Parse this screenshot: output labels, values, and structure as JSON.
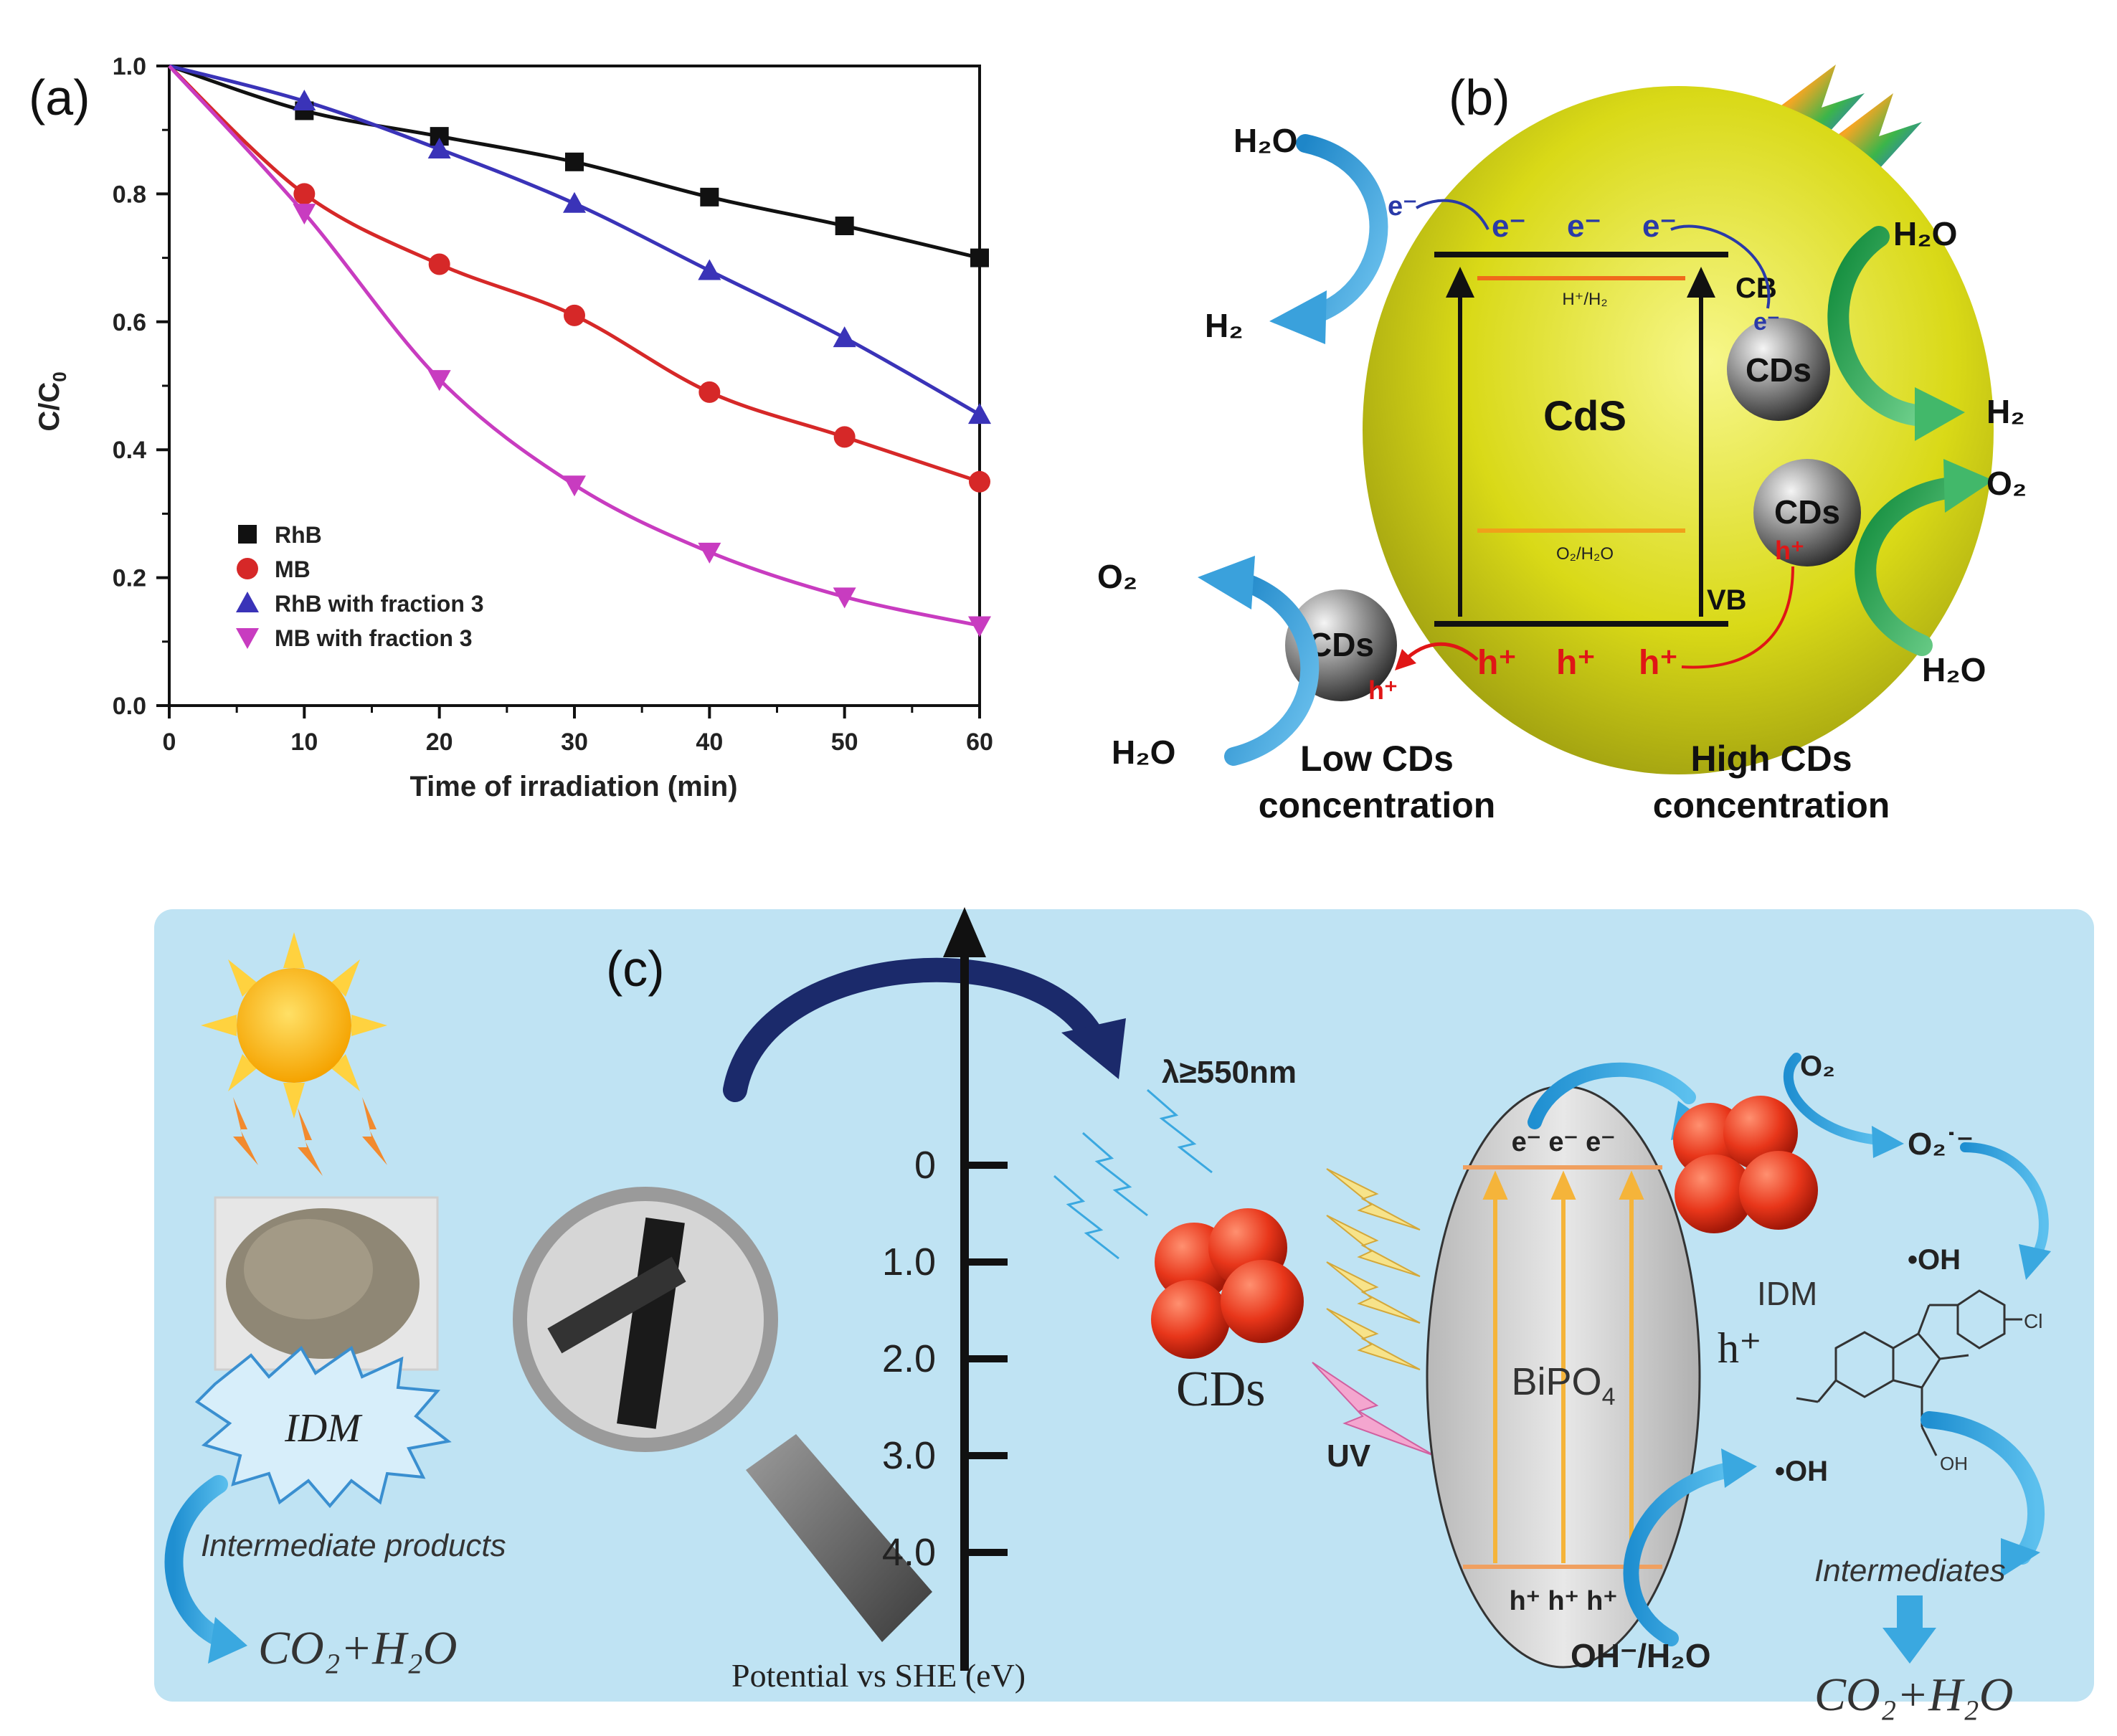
{
  "panel_a": {
    "label": "(a)",
    "chart_data": {
      "type": "line",
      "xlabel": "Time of irradiation (min)",
      "ylabel": "C/C",
      "ylabel_sub": "0",
      "xlim": [
        0,
        60
      ],
      "ylim": [
        0.0,
        1.0
      ],
      "x_ticks": [
        "0",
        "10",
        "20",
        "30",
        "40",
        "50",
        "60"
      ],
      "y_ticks": [
        "0.0",
        "0.2",
        "0.4",
        "0.6",
        "0.8",
        "1.0"
      ],
      "legend_position": "lower-left",
      "series": [
        {
          "name": "RhB",
          "marker": "square",
          "color": "#111111",
          "x": [
            0,
            10,
            20,
            30,
            40,
            50,
            60
          ],
          "y": [
            1.0,
            0.93,
            0.89,
            0.85,
            0.795,
            0.75,
            0.7
          ]
        },
        {
          "name": "MB",
          "marker": "circle",
          "color": "#d62828",
          "x": [
            0,
            10,
            20,
            30,
            40,
            50,
            60
          ],
          "y": [
            1.0,
            0.8,
            0.69,
            0.61,
            0.49,
            0.42,
            0.35
          ]
        },
        {
          "name": "RhB with fraction 3",
          "marker": "triangle-up",
          "color": "#3a33b8",
          "x": [
            0,
            10,
            20,
            30,
            40,
            50,
            60
          ],
          "y": [
            1.0,
            0.945,
            0.87,
            0.785,
            0.68,
            0.575,
            0.455
          ]
        },
        {
          "name": "MB with fraction 3",
          "marker": "triangle-down",
          "color": "#c83cc0",
          "x": [
            0,
            10,
            20,
            30,
            40,
            50,
            60
          ],
          "y": [
            1.0,
            0.77,
            0.51,
            0.345,
            0.24,
            0.17,
            0.125
          ]
        }
      ]
    }
  },
  "panel_b": {
    "label": "(b)",
    "h2o": "H₂O",
    "h2": "H₂",
    "o2": "O₂",
    "electron": "e⁻",
    "hole": "h⁺",
    "cb": "CB",
    "vb": "VB",
    "cds": "CdS",
    "cds_dot": "CDs",
    "redox_h": "H⁺/H₂",
    "redox_o": "O₂/H₂O",
    "low_line1": "Low CDs",
    "low_line2": "concentration",
    "high_line1": "High CDs",
    "high_line2": "concentration"
  },
  "panel_c": {
    "label": "(c)",
    "wavelength": "λ≥550nm",
    "axis_ticks": [
      "0",
      "1.0",
      "2.0",
      "3.0",
      "4.0"
    ],
    "axis_label": "Potential vs SHE (eV)",
    "cds_label": "CDs",
    "bipo4": "BiPO",
    "bipo4_sub": "4",
    "uv": "UV",
    "electrons": "e⁻ e⁻ e⁻",
    "holes": "h⁺ h⁺ h⁺",
    "o2": "O₂",
    "superoxide": "O₂˙⁻",
    "oh_radical": "•OH",
    "idm": "IDM",
    "idm_stamp": "IDM",
    "hplus": "h⁺",
    "oh_water": "OH⁻/H₂O",
    "intermediate_products": "Intermediate products",
    "intermediates": "Intermediates",
    "co2_h2o": "CO₂+H₂O",
    "molecule_cl": "Cl",
    "molecule_oh": "OH"
  }
}
